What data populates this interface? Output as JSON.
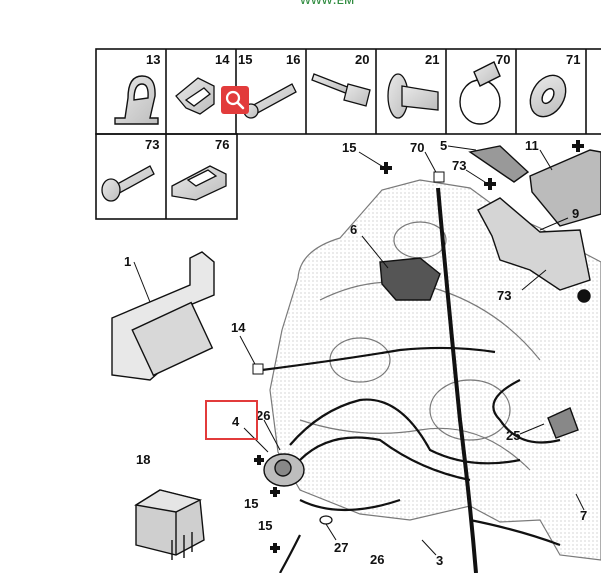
{
  "top_link": "ᴡᴡᴡ.ᴇᴍ",
  "grid_labels": [
    "13",
    "14",
    "15",
    "16",
    "20",
    "21",
    "70",
    "71",
    "73",
    "76"
  ],
  "callouts": [
    "15",
    "70",
    "5",
    "73",
    "11",
    "6",
    "9",
    "1",
    "73",
    "14",
    "4",
    "26",
    "25",
    "18",
    "15",
    "15",
    "27",
    "26",
    "3",
    "7"
  ],
  "zoom_icon": "magnifier-icon",
  "colors": {
    "highlight": "#e23b3b",
    "link": "#2e8b3e",
    "ink": "#111111"
  }
}
